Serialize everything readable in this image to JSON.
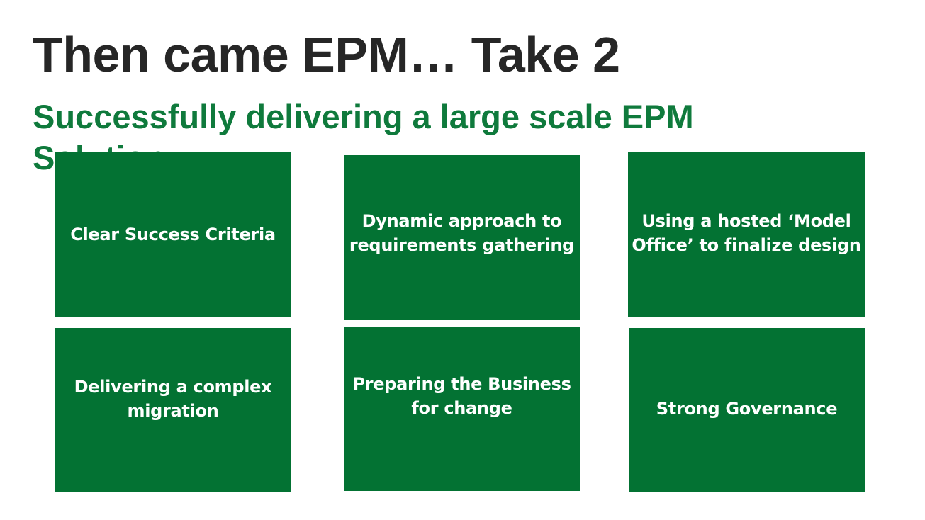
{
  "slide": {
    "title": "Then came EPM… Take 2",
    "subtitle": "Successfully delivering a large scale EPM Solution:",
    "tiles": [
      {
        "label": "Clear Success Criteria"
      },
      {
        "label": "Dynamic approach to requirements gathering"
      },
      {
        "label": "Using a hosted ‘Model Office’ to finalize design"
      },
      {
        "label": "Delivering a complex migration"
      },
      {
        "label": "Preparing the Business for change"
      },
      {
        "label": "Strong Governance"
      }
    ]
  },
  "colors": {
    "title": "#262626",
    "subtitle": "#0f7a3c",
    "tile_background": "#037233",
    "tile_text": "#ffffff"
  }
}
